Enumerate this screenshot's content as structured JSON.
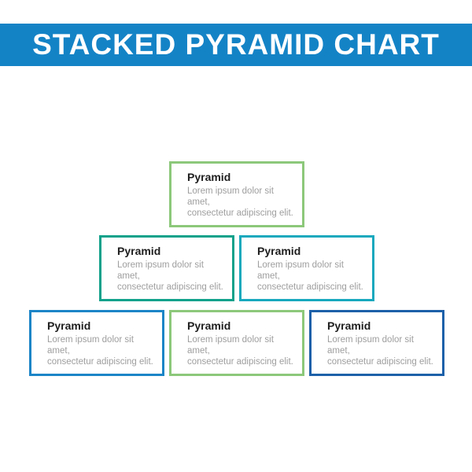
{
  "header": {
    "title": "STACKED PYRAMID CHART",
    "bg_color": "#1483C6",
    "text_color": "#FFFFFF"
  },
  "boxes": [
    {
      "position": "top",
      "title": "Pyramid",
      "body_lines": [
        "Lorem ipsum dolor sit amet,",
        "consectetur adipiscing elit."
      ],
      "border_color": "#8CC87A"
    },
    {
      "position": "middle-left",
      "title": "Pyramid",
      "body_lines": [
        "Lorem ipsum dolor sit amet,",
        "consectetur adipiscing elit."
      ],
      "border_color": "#10A18B"
    },
    {
      "position": "middle-right",
      "title": "Pyramid",
      "body_lines": [
        "Lorem ipsum dolor sit amet,",
        "consectetur adipiscing elit."
      ],
      "border_color": "#18A9BE"
    },
    {
      "position": "bottom-left",
      "title": "Pyramid",
      "body_lines": [
        "Lorem ipsum dolor sit amet,",
        "consectetur adipiscing elit."
      ],
      "border_color": "#1C85C7"
    },
    {
      "position": "bottom-middle",
      "title": "Pyramid",
      "body_lines": [
        "Lorem ipsum dolor sit amet,",
        "consectetur adipiscing elit."
      ],
      "border_color": "#8CC87A"
    },
    {
      "position": "bottom-right",
      "title": "Pyramid",
      "body_lines": [
        "Lorem ipsum dolor sit amet,",
        "consectetur adipiscing elit."
      ],
      "border_color": "#1D60A9"
    }
  ]
}
